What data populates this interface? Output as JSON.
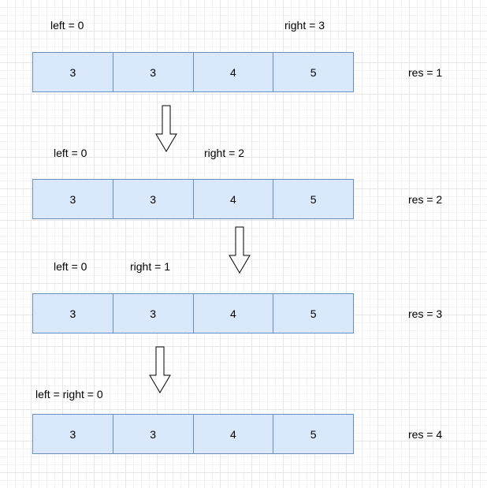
{
  "steps": [
    {
      "left_label": "left = 0",
      "right_label": "right = 3",
      "cells": [
        "3",
        "3",
        "4",
        "5"
      ],
      "res": "res = 1"
    },
    {
      "left_label": "left = 0",
      "right_label": "right = 2",
      "cells": [
        "3",
        "3",
        "4",
        "5"
      ],
      "res": "res = 2"
    },
    {
      "left_label": "left = 0",
      "right_label": "right = 1",
      "cells": [
        "3",
        "3",
        "4",
        "5"
      ],
      "res": "res = 3"
    },
    {
      "combined_label": "left = right = 0",
      "cells": [
        "3",
        "3",
        "4",
        "5"
      ],
      "res": "res = 4"
    }
  ],
  "colors": {
    "cell_fill": "#dae8fc",
    "cell_stroke": "#6c8ebf",
    "arrow_stroke": "#000000"
  }
}
